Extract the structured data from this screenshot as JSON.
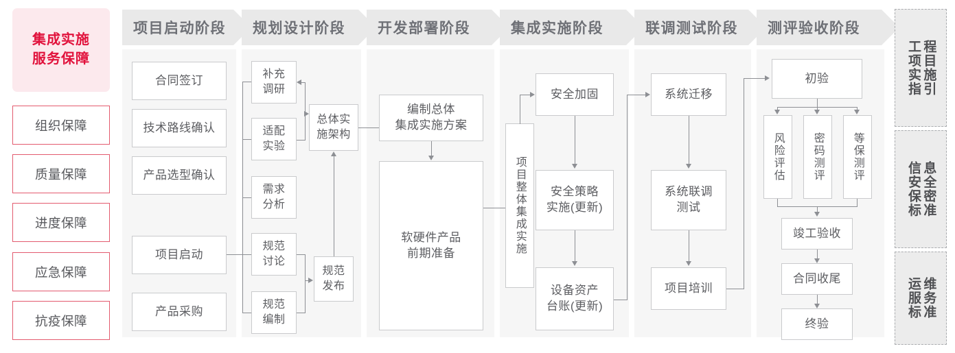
{
  "guarantee": {
    "title": "集成实施\n服务保障",
    "title_line1": "集成实施",
    "title_line2": "服务保障",
    "items": [
      {
        "label": "组织保障"
      },
      {
        "label": "质量保障"
      },
      {
        "label": "进度保障"
      },
      {
        "label": "应急保障"
      },
      {
        "label": "抗疫保障"
      }
    ],
    "accent_color": "#e1123c",
    "bg_color": "#fce9ed",
    "border_color": "#e35a6e"
  },
  "phases": [
    {
      "id": "p1",
      "title": "项目启动阶段"
    },
    {
      "id": "p2",
      "title": "规划设计阶段"
    },
    {
      "id": "p3",
      "title": "开发部署阶段"
    },
    {
      "id": "p4",
      "title": "集成实施阶段"
    },
    {
      "id": "p5",
      "title": "联调测试阶段"
    },
    {
      "id": "p6",
      "title": "测评验收阶段"
    }
  ],
  "nodes": {
    "p1": [
      {
        "label": "合同签订"
      },
      {
        "label": "技术路线确认"
      },
      {
        "label": "产品选型确认"
      },
      {
        "label": "项目启动"
      },
      {
        "label": "产品采购"
      }
    ],
    "p2": [
      {
        "label": "补充\n调研",
        "l1": "补充",
        "l2": "调研"
      },
      {
        "label": "适配\n实验",
        "l1": "适配",
        "l2": "实验"
      },
      {
        "label": "需求\n分析",
        "l1": "需求",
        "l2": "分析"
      },
      {
        "label": "规范\n讨论",
        "l1": "规范",
        "l2": "讨论"
      },
      {
        "label": "规范\n编制",
        "l1": "规范",
        "l2": "编制"
      },
      {
        "label": "总体实\n施架构",
        "l1": "总体实",
        "l2": "施架构"
      },
      {
        "label": "规范\n发布",
        "l1": "规范",
        "l2": "发布"
      }
    ],
    "p3": [
      {
        "label": "编制总体\n集成实施方案",
        "l1": "编制总体",
        "l2": "集成实施方案"
      },
      {
        "label": "软硬件产品\n前期准备",
        "l1": "软硬件产品",
        "l2": "前期准备"
      }
    ],
    "p4": [
      {
        "label": "项目整体集成实施"
      },
      {
        "label": "安全加固"
      },
      {
        "label": "安全策略\n实施(更新)",
        "l1": "安全策略",
        "l2": "实施(更新)"
      },
      {
        "label": "设备资产\n台账(更新)",
        "l1": "设备资产",
        "l2": "台账(更新)"
      }
    ],
    "p5": [
      {
        "label": "系统迁移"
      },
      {
        "label": "系统联调\n测试",
        "l1": "系统联调",
        "l2": "测试"
      },
      {
        "label": "项目培训"
      }
    ],
    "p6": [
      {
        "label": "初验"
      },
      {
        "label": "风险评估"
      },
      {
        "label": "密码测评"
      },
      {
        "label": "等保测评"
      },
      {
        "label": "竣工验收"
      },
      {
        "label": "合同收尾"
      },
      {
        "label": "终验"
      }
    ]
  },
  "standards": [
    {
      "col_right": "工项实指",
      "col_left": "程目施引",
      "full": "工程项目实施指引"
    },
    {
      "col_right": "信安保标",
      "col_left": "息全密准",
      "full": "信息安全保密标准"
    },
    {
      "col_right": "运服标",
      "col_left": "维务准",
      "full": "运维服务标准"
    }
  ]
}
